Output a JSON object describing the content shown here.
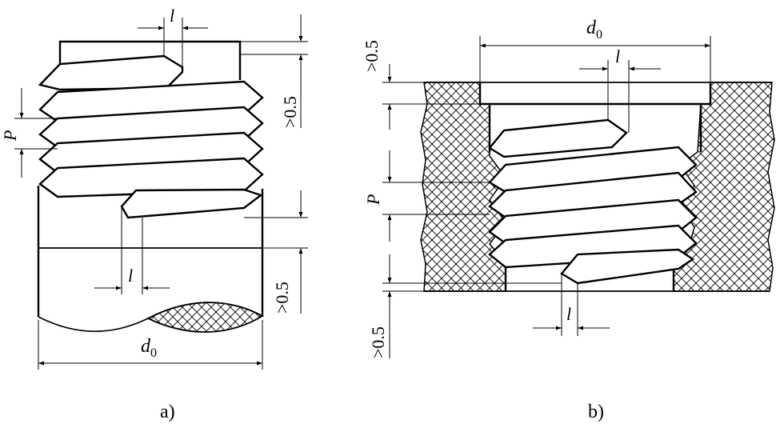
{
  "figure_a": {
    "caption": "a)",
    "label_l_top": "l",
    "label_l_bottom": "l",
    "label_p": "P",
    "label_gap_right": ">0.5",
    "label_gap_bottom": ">0.5",
    "label_d": "d",
    "label_d_sub": "0"
  },
  "figure_b": {
    "caption": "b)",
    "label_l_top": "l",
    "label_l_bottom": "l",
    "label_p": "P",
    "label_gap_top": ">0.5",
    "label_gap_bottom": ">0.5",
    "label_d": "d",
    "label_d_sub": "0"
  }
}
